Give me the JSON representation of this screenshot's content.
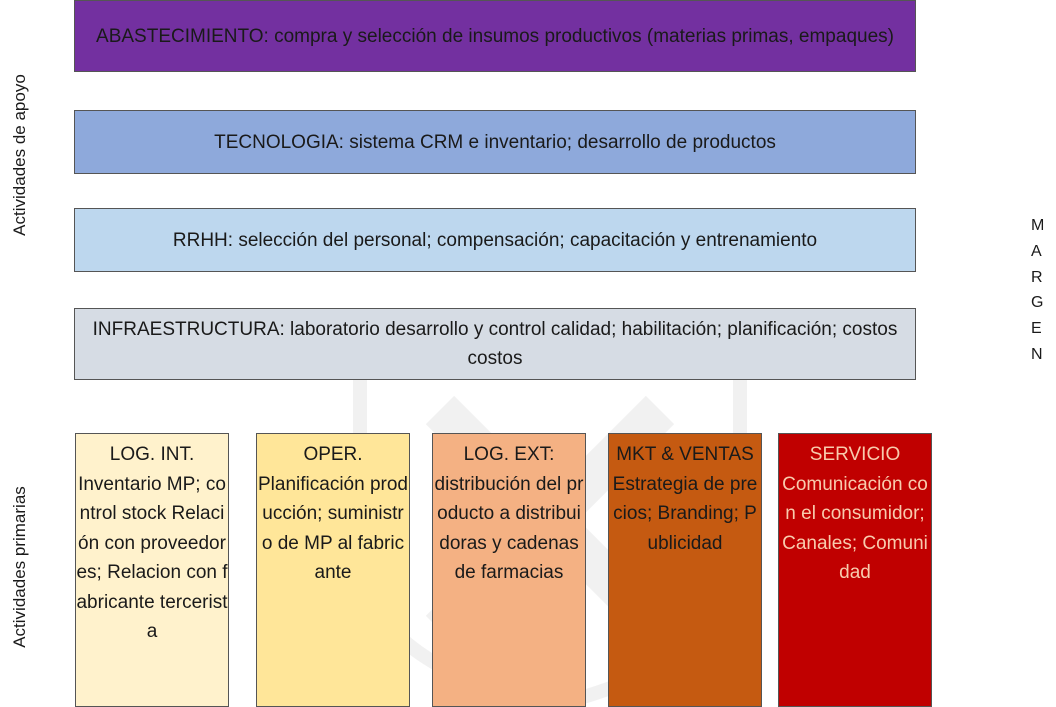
{
  "support_label": "Actividades de apoyo",
  "primary_label": "Actividades primarias",
  "support_activities": [
    {
      "text": "ABASTECIMIENTO: compra y selección de  insumos productivos (materias primas, empaques)",
      "color": "#7330A0"
    },
    {
      "text": "TECNOLOGIA: sistema CRM  e inventario; desarrollo de productos",
      "color": "#8EA9DB"
    },
    {
      "text": "RRHH: selección del personal; compensación; capacitación y entrenamiento",
      "color": "#BDD7EE"
    },
    {
      "text": "INFRAESTRUCTURA: laboratorio desarrollo y control calidad; habilitación; planificación; costos costos",
      "color": "#D6DCE4"
    }
  ],
  "primary_activities": [
    {
      "title": "LOG. INT.",
      "text": "Inventario MP; control stock Relación con proveedores; Relacion con fabricante tercerista",
      "color": "#FFF2CC"
    },
    {
      "title": "OPER.",
      "text": "Planificación producción; suministro de MP al fabricante",
      "color": "#FFE699"
    },
    {
      "title": "LOG. EXT:",
      "text": "distribución del producto a distribuidoras y cadenas de farmacias",
      "color": "#F4B183"
    },
    {
      "title": "MKT & VENTAS",
      "text": "Estrategia de precios; Branding; Publicidad",
      "color": "#C55A11"
    },
    {
      "title": "SERVICIO",
      "text": "Comunicación con el consumidor; Canales; Comunidad",
      "color": "#C00000"
    }
  ],
  "margin_letters": [
    "M",
    "A",
    "R",
    "G",
    "E",
    "N"
  ]
}
